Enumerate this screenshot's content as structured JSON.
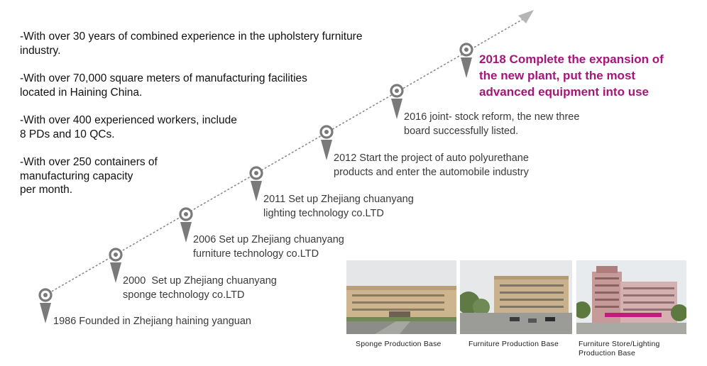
{
  "intro": {
    "paragraphs": [
      {
        "lines": [
          "-With over 30 years of combined experience in the upholstery furniture",
          "industry."
        ]
      },
      {
        "lines": [
          "-With over 70,000 square meters of manufacturing facilities",
          "located in Haining China."
        ]
      },
      {
        "lines": [
          "-With over 400 experienced workers, include",
          "8 PDs and 10 QCs."
        ]
      },
      {
        "lines": [
          "-With over 250 containers of",
          "manufacturing capacity",
          "per month."
        ]
      }
    ]
  },
  "timeline": {
    "events": [
      {
        "lines": [
          "1986 Founded in Zhejiang haining yanguan"
        ]
      },
      {
        "lines": [
          "2000  Set up Zhejiang chuanyang",
          "sponge technology co.LTD"
        ]
      },
      {
        "lines": [
          "2006 Set up Zhejiang chuanyang",
          "furniture technology co.LTD"
        ]
      },
      {
        "lines": [
          "2011 Set up Zhejiang chuanyang",
          "lighting technology co.LTD"
        ]
      },
      {
        "lines": [
          "2012 Start the project of auto polyurethane",
          "products and enter the automobile industry"
        ]
      },
      {
        "lines": [
          "2016 joint- stock reform, the new three",
          "board successfully listed."
        ]
      }
    ],
    "highlight": {
      "lines": [
        "2018 Complete the expansion of",
        "the new plant, put the most",
        "advanced equipment into use"
      ],
      "color": "#a5157a"
    },
    "marker_color": "#7a7a7a"
  },
  "photos": [
    {
      "icon": "sponge-factory-photo",
      "caption_lines": [
        "Sponge Production Base"
      ]
    },
    {
      "icon": "furniture-factory-photo",
      "caption_lines": [
        "Furniture Production Base"
      ]
    },
    {
      "icon": "store-building-photo",
      "caption_lines": [
        "Furniture Store/Lighting",
        "Production Base"
      ]
    }
  ]
}
